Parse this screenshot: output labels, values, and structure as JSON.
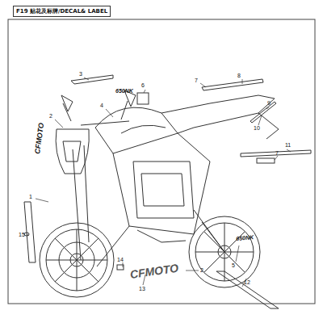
{
  "diagram": {
    "title": "F19 贴花及标牌/DECAL& LABEL",
    "labels": [
      "1",
      "2",
      "3",
      "4",
      "5",
      "6",
      "7",
      "8",
      "9",
      "10",
      "11",
      "7",
      "12",
      "13",
      "14",
      "15",
      "2",
      "CFMOTO",
      "650NK",
      "CFMOTO",
      "650NK"
    ]
  }
}
